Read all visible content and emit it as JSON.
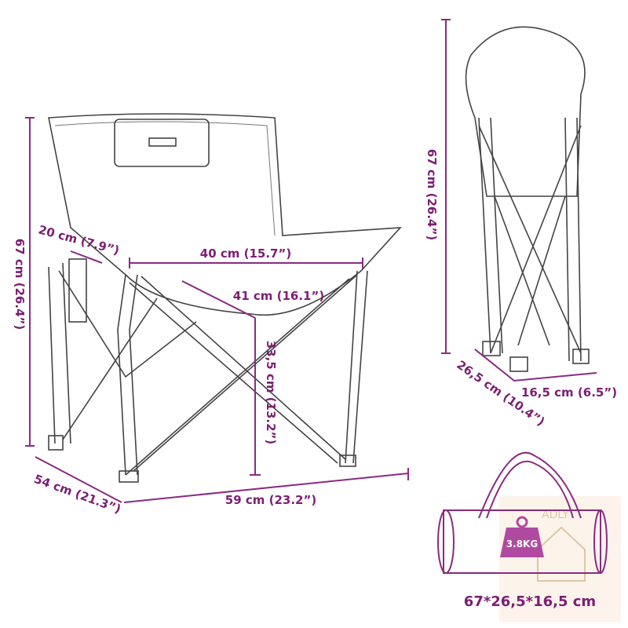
{
  "chair": {
    "seat_depth": "20 cm (7.9”)",
    "seat_width": "40 cm (15.7”)",
    "seat_diagonal": "41 cm (16.1”)",
    "seat_height": "33,5 cm (13.2”)",
    "total_height": "67 cm (26.4”)",
    "depth": "54 cm (21.3”)",
    "width": "59 cm (23.2”)"
  },
  "folded": {
    "height": "67 cm (26.4”)",
    "depth": "26,5 cm (10.4”)",
    "width": "16,5 cm (6.5”)"
  },
  "bag": {
    "weight": "3.8KG",
    "dimensions": "67*26,5*16,5 cm"
  },
  "watermark": "ADLY",
  "colors": {
    "dimension": "#7b1f73",
    "line": "#444444"
  }
}
